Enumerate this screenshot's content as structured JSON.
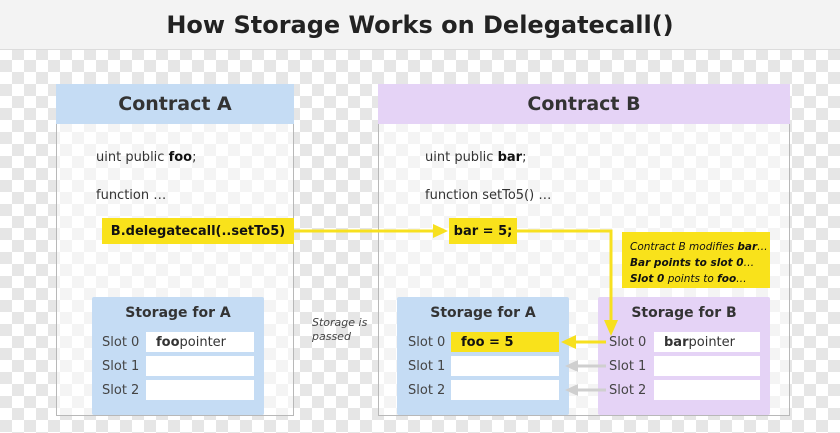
{
  "title": "How Storage Works on Delegatecall()",
  "contract_a": {
    "header": "Contract A",
    "line1_prefix": "uint public ",
    "line1_var": "foo",
    "line1_suffix": ";",
    "line2": "function …",
    "call": "B.delegatecall(..setTo5)"
  },
  "contract_b": {
    "header": "Contract B",
    "line1_prefix": "uint public ",
    "line1_var": "bar",
    "line1_suffix": ";",
    "line2": "function setTo5() …",
    "assign": "bar = 5;"
  },
  "callout": {
    "line1_prefix": "Contract B modifies ",
    "line1_var": "bar",
    "line1_suffix": "…",
    "line2_prefix": "Bar points to ",
    "line2_var": "slot 0",
    "line2_suffix": "…",
    "line3_prefix_bold": "Slot 0",
    "line3_mid": " points to ",
    "line3_var": "foo",
    "line3_suffix": "…"
  },
  "note": {
    "line1": "Storage is",
    "line2": "passed"
  },
  "storage_a_left": {
    "title": "Storage for A",
    "slots": [
      {
        "label": "Slot 0",
        "var": "foo",
        "rest": " pointer"
      },
      {
        "label": "Slot 1",
        "var": "",
        "rest": ""
      },
      {
        "label": "Slot 2",
        "var": "",
        "rest": ""
      }
    ]
  },
  "storage_a_right": {
    "title": "Storage for A",
    "slots": [
      {
        "label": "Slot 0",
        "value": "foo = 5"
      },
      {
        "label": "Slot 1",
        "value": ""
      },
      {
        "label": "Slot 2",
        "value": ""
      }
    ]
  },
  "storage_b": {
    "title": "Storage for B",
    "slots": [
      {
        "label": "Slot 0",
        "var": "bar",
        "rest": " pointer"
      },
      {
        "label": "Slot 1",
        "var": "",
        "rest": ""
      },
      {
        "label": "Slot 2",
        "var": "",
        "rest": ""
      }
    ]
  },
  "colors": {
    "contract_a_header": "#c5dcf4",
    "contract_b_header": "#e5d3f6",
    "storage_a": "#c5dcf4",
    "storage_b": "#e5d3f6",
    "highlight": "#f9e21b",
    "arrow": "#f7e01f",
    "gray_arrow": "#cfcfcf"
  }
}
